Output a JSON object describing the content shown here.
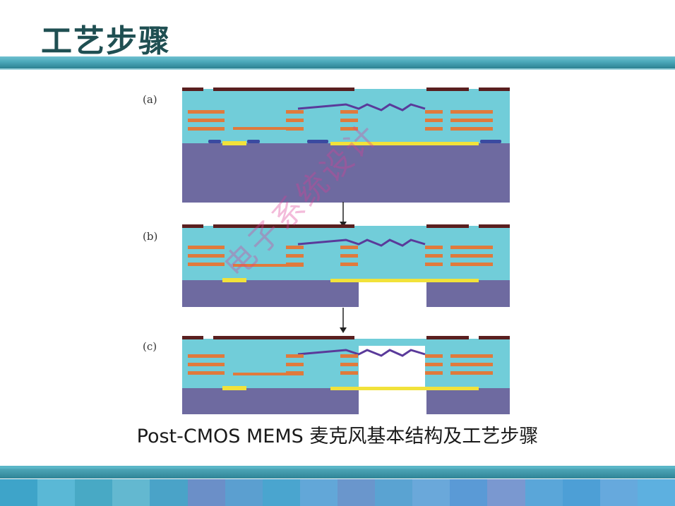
{
  "slide": {
    "title": "工艺步骤",
    "caption": "Post-CMOS MEMS 麦克风基本结构及工艺步骤",
    "watermark": "电子系统设计"
  },
  "figure": {
    "panels": [
      {
        "label": "(a)",
        "stage": "cmos-structure"
      },
      {
        "label": "(b)",
        "stage": "backside-etch"
      },
      {
        "label": "(c)",
        "stage": "sacrificial-release"
      }
    ]
  },
  "colors": {
    "title_text": "#1f4f52",
    "oxide": "#71cdd9",
    "substrate": "#6e6aa0",
    "metal_orange": "#e07a3c",
    "metal_red": "#c8442e",
    "poly_yellow": "#f2e23a",
    "membrane_purple": "#5a3a9a",
    "passivation": "#5a1f1f",
    "bar_teal": "#4aa8ba"
  }
}
